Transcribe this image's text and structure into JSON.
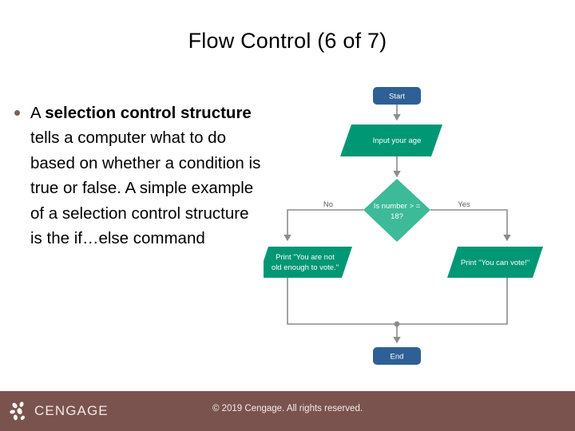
{
  "slide": {
    "title": "Flow Control (6 of 7)",
    "bullets": [
      {
        "lead": "A ",
        "bold1": "selection control structure",
        "rest": " tells a computer what to do based on whether a condition is true or false. A simple example of a selection control structure is the if…else command"
      }
    ]
  },
  "flowchart": {
    "type": "flowchart",
    "nodes": {
      "start": {
        "label": "Start",
        "shape": "rounded-rectangle",
        "color": "#2E6096"
      },
      "input": {
        "label": "Input your age",
        "shape": "parallelogram",
        "color": "#009775"
      },
      "decision": {
        "label_line1": "Is number > =",
        "label_line2": "18?",
        "shape": "diamond",
        "color": "#3DBA98"
      },
      "print_no": {
        "label_line1": "Print \"You  are  not",
        "label_line2": "old enough to vote.\"",
        "shape": "parallelogram",
        "color": "#009775"
      },
      "print_yes": {
        "label": "Print \"You can vote!\"",
        "shape": "parallelogram",
        "color": "#009775"
      },
      "end": {
        "label": "End",
        "shape": "rounded-rectangle",
        "color": "#2E6096"
      }
    },
    "branches": {
      "no_label": "No",
      "yes_label": "Yes"
    },
    "connector_color": "#8C8C8C"
  },
  "footer": {
    "logo_text": "CENGAGE",
    "copyright": "© 2019 Cengage. All rights reserved.",
    "background": "#7A534F"
  }
}
